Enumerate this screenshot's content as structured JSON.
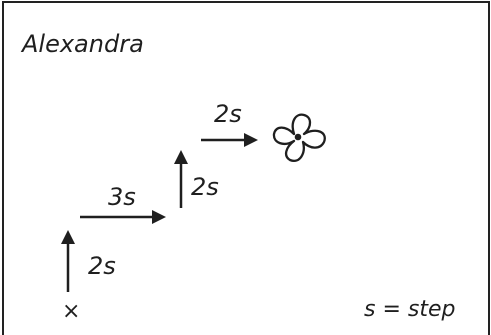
{
  "title": "Alexandra",
  "start_marker": "×",
  "moves": [
    {
      "direction": "up",
      "label": "2s"
    },
    {
      "direction": "right",
      "label": "3s"
    },
    {
      "direction": "up",
      "label": "2s"
    },
    {
      "direction": "right",
      "label": "2s"
    }
  ],
  "goal": {
    "icon": "flower-icon"
  },
  "legend": "s = step",
  "colors": {
    "ink": "#1f1f1f",
    "frame": "#222222",
    "background": "#ffffff"
  }
}
